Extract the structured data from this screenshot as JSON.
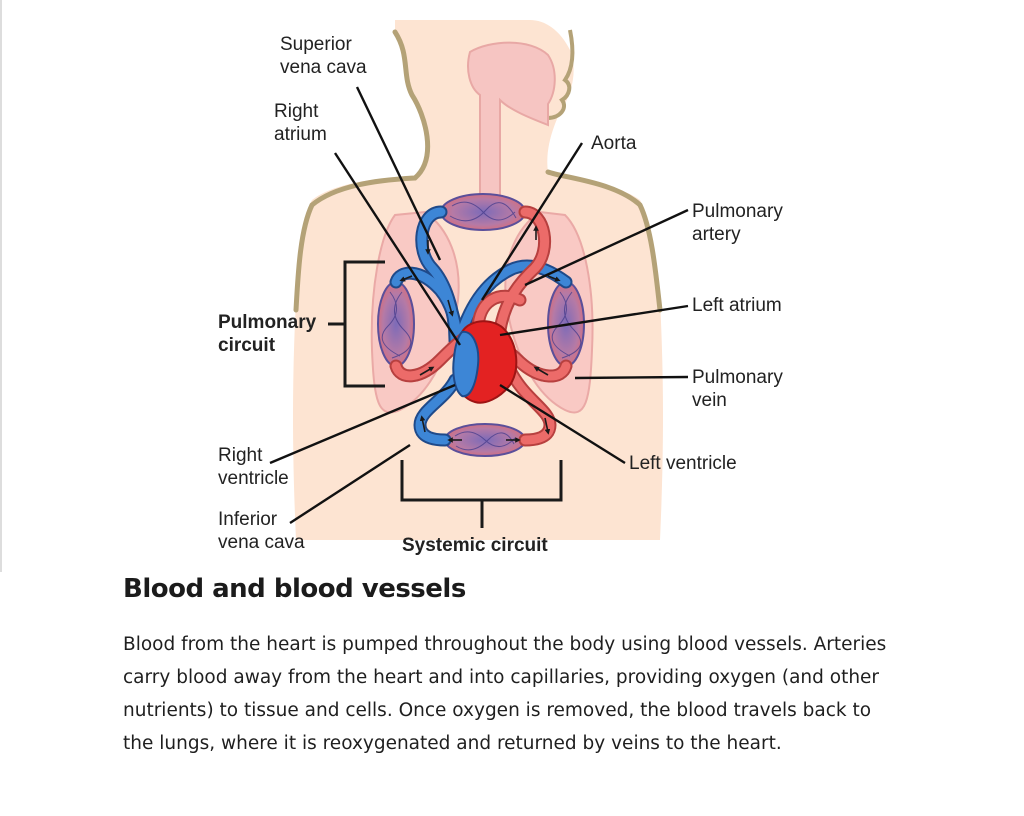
{
  "diagram": {
    "labels": {
      "superior_vena_cava": "Superior\nvena cava",
      "right_atrium": "Right\natrium",
      "aorta": "Aorta",
      "pulmonary_artery": "Pulmonary\nartery",
      "left_atrium": "Left atrium",
      "pulmonary_circuit": "Pulmonary\ncircuit",
      "pulmonary_vein": "Pulmonary\nvein",
      "right_ventricle": "Right\nventricle",
      "left_ventricle": "Left ventricle",
      "inferior_vena_cava": "Inferior\nvena cava",
      "systemic_circuit": "Systemic circuit"
    },
    "colors": {
      "body": "#fde4d2",
      "body_outline": "#b4a277",
      "lung": "#f9c9c4",
      "oxygenated": "#e95b59",
      "deoxygenated": "#2e6ec0",
      "heart": "#e32222",
      "capillary": "#8a7bbd"
    }
  },
  "article": {
    "heading": "Blood and blood vessels",
    "paragraph": "Blood from the heart is pumped throughout the body using blood vessels. Arteries carry blood away from the heart and into capillaries, providing oxygen (and other nutrients) to tissue and cells. Once oxygen is removed, the blood travels back to the lungs, where it is reoxygenated and returned by veins to the heart."
  }
}
